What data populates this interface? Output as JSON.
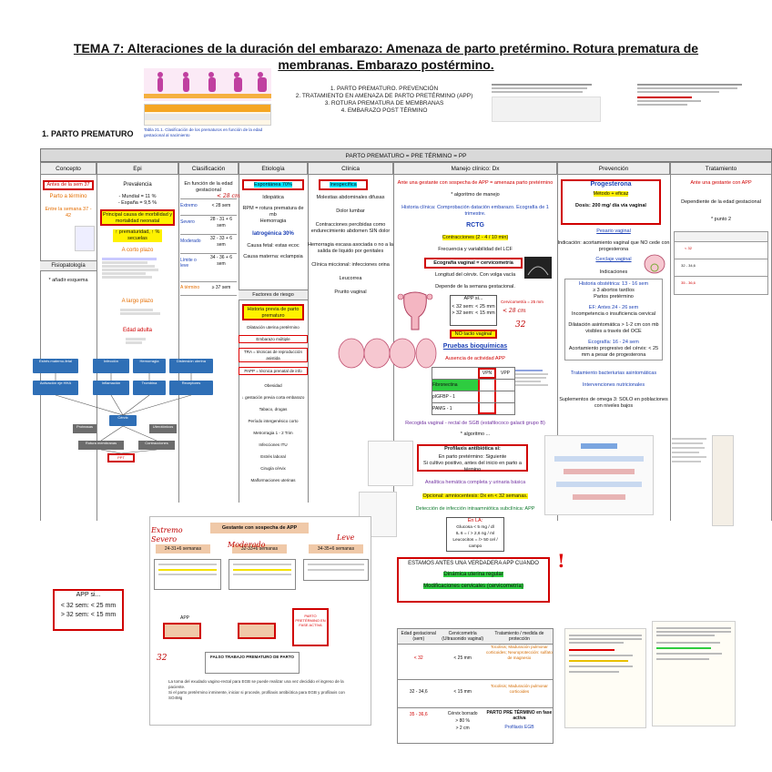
{
  "title": "TEMA 7: Alteraciones de la duración del embarazo: Amenaza de parto pretérmino. Rotura prematura de membranas. Embarazo postérmino.",
  "outline": [
    "1. PARTO PREMATURO. PREVENCIÓN",
    "2. TRATAMIENTO EN AMENAZA DE PARTO PRETÉRMINO (APP)",
    "3. ROTURA PREMATURA DE MEMBRANAS",
    "4. EMBARAZO POST TÉRMINO"
  ],
  "section": "1. PARTO PREMATURO",
  "fig_caption": "Tabla 21.1. Clasificación de los prematuros en función de la edad gestacional al nacimiento",
  "table_header": "PARTO PREMATURO = PRE TÉRMINO = PP",
  "columns": [
    "Concepto",
    "Epi",
    "Clasificación",
    "Etiología",
    "Clínica",
    "Manejo clínico: Dx",
    "Prevención",
    "Tratamiento"
  ],
  "concepto": {
    "box": "Antes de la sem 37",
    "a": "Parto a término",
    "b": "Entre la semana 37 - 42",
    "fisio": "Fisiopatología",
    "note": "* añadir esquema"
  },
  "epi": {
    "prev": "Prevalencia",
    "mundial": "- Mundial = 11 %",
    "espana": "- España = 9,5 %",
    "causa": "Principal causa de morbilidad y mortalidad neonatal",
    "secuelas": "↑ prematuridad, ↑ % secuelas",
    "corto": "A corto plazo",
    "largo": "A largo plazo",
    "adulta": "Edad adulta"
  },
  "clas": {
    "head": "En función de la edad gestacional",
    "rows": [
      [
        "Extremo",
        "< 28 sem"
      ],
      [
        "Severo",
        "28 - 31 + 6 sem"
      ],
      [
        "Moderado",
        "32 - 33 + 6 sem"
      ],
      [
        "Límite o leve",
        "34 - 36 + 6 sem"
      ],
      [
        "A término",
        "≥ 37 sem"
      ]
    ]
  },
  "etio": {
    "box": "Espontánea 70%",
    "idio": "Idiopática",
    "rpm": "RPM = rotura prematura de mb",
    "hemo": "Hemorragia",
    "iatro": "Iatrogénica 30%",
    "fetal": "Causa fetal: estas ecoc",
    "mat": "Causa materna: eclampsia",
    "riesgo": "Factores de riesgo",
    "hist": "Historia previa de parto prematuro",
    "list": [
      "Dilatación uterina pretérmino",
      "Embarazo múltiple",
      "TRA = técnicas de reproducción asistida",
      "PAPP = técnica prenatal de info",
      "Obesidad",
      "↓ gestación previa corta embarazo",
      "Tabaco, drogas",
      "Período intergenésico corto",
      "Metrorragia 1 - 2 Trim",
      "Infecciones ITU",
      "Estrés laboral",
      "Cirugía cérvix",
      "Malformaciones uterinas"
    ]
  },
  "clin": {
    "box": "Inespecífica",
    "items": [
      "Molestias abdominales difusas",
      "Dolor lumbar",
      "Contracciones percibidas como endurecimiento abdomen SIN dolor",
      "Hemorragia escasa asociada o no a la salida de liquido por genitales",
      "Clínica miccional: infecciones orina",
      "Leucorrea",
      "Prurito vaginal"
    ]
  },
  "manejo": {
    "top": "Ante una gestante con sospecha de APP = amenaza parto pretérmino",
    "algo": "* algoritmo de manejo",
    "hist": "Historia clínica: Comprobación datación embarazo. Ecografía de 1 trimestre.",
    "rctg": "RCTG",
    "contr": "Contracciones (2 - 4 / 10 min)",
    "frec": "Frecuencia y variabilidad del LCF",
    "eco": "Ecografía vaginal = cervicometría",
    "long": "Longitud del cérvix. Con volga vacía",
    "dep": "Depende de la semana gestacional.",
    "app": "APP si...",
    "lt28": "< 32 sem: < 25 mm",
    "gt32": "> 32 sem: < 15 mm",
    "notacto": "NO tacto vaginal",
    "pruebas": "Pruebas bioquímicas",
    "ausencia": "Ausencia de actividad APP",
    "table": {
      "h": [
        "",
        "VPN",
        "VPP"
      ],
      "r": [
        [
          "Fibronectina",
          "",
          ""
        ],
        [
          "pIGFBP - 1",
          "",
          ""
        ],
        [
          "PAMG - 1",
          "",
          ""
        ]
      ]
    },
    "recog": "Recogida vaginal - rectal de SGB (estafilococo galacti grupo B)",
    "algo2": "* algoritmo ...",
    "profi": "Profilaxis antibiótica si:",
    "profi2": "En parto pretérmino: Siguiente",
    "profi3": "Si cultivo positivo, antes del inicio en parto a término",
    "anal": "Analítica hemática completa y urinaria básica",
    "opt": "Opcional: amniocentesis: Dx en < 32 semanas.",
    "detec": "Detección de infección intraamniótica subclínica: APP",
    "la": "En LA:",
    "glu": "Glucosa < 5 mg / dl",
    "il6": "IL 6 = / > 2,6 ng / ml",
    "leu": "Leucocitos = /> 50 cel / campo"
  },
  "prev": {
    "box": "Progesterona",
    "vaginal": "Método + eficaz",
    "dosis": "Dosis: 200 mg/ día vía vaginal",
    "pesario": "Pesario vaginal",
    "indic": "Indicación: acortamiento vaginal que NO cede con progesterona",
    "cerclaje": "Cerclaje vaginal",
    "indic2": "Indicaciones",
    "hist": "Historia obstétrica: 13 - 16 sem",
    "hist2": "≥ 3 abortos tardíos",
    "hist3": "Partos pretérmino",
    "ef": "EF: Antes 24 - 26 sem",
    "ef2": "Incompetencia o insuficiencia cervical",
    "dil": "Dilatación asintomática > 1-2 cm con mb visibles a través del OCE",
    "eco": "Ecografía: 16 - 24 sem",
    "eco2": "Acortamiento progresivo del cérvix: < 25 mm a pesar de progesterona",
    "trat": "Tratamiento bacteriurias asintomáticas",
    "nutri": "Intervenciones nutricionales",
    "omega": "Suplementos de omega 3: SOLO en poblaciones con niveles bajos"
  },
  "trat": {
    "top": "Ante una gestante con APP",
    "dep": "Dependiente de la edad gestacional",
    "punto": "* punto 2"
  },
  "flow": {
    "title": "Gestante con sospecha de APP",
    "g1": "24-31+6 semanas",
    "g2": "32-33+6 semanas",
    "g3": "34-35+6 semanas",
    "l1": "Extremo",
    "l1b": "Severo",
    "l2": "Moderado",
    "l3": "Leve",
    "app": "APP",
    "conf": "PARTO PRETÉRMINO EN FASE ACTIVA",
    "bottom": "FALSO TRABAJO PREMATURO DE PARTO",
    "n1": "La toma del exudado vagino-rectal para EGB se puede realizar una vez decidido el ingreso de la paciente.",
    "n2": "Si el parto pretérmino inminente, iniciar si procede, profilaxis antibiótica para EGB y profilaxis con SO4Mg"
  },
  "appbox": {
    "t": "APP si...",
    "a": "< 32 sem: < 25 mm",
    "b": "> 32 sem: < 15 mm"
  },
  "estamos": {
    "t": "ESTAMOS ANTES UNA VERDADERA APP CUANDO",
    "a": "Dinámica uterina regular",
    "b": "Modificaciones cervicales (cervicometría)"
  },
  "bottomtable": {
    "h": [
      "Edad gestacional (sem)",
      "Cervicometría (Ultrasonido vaginal)",
      "Tratamiento / medida de protección"
    ],
    "r": [
      [
        "< 32",
        "< 25 mm",
        "Tocolisis; Maduración pulmonar corticoides; Neuroprotección: sulfato de magnesio"
      ],
      [
        "32 - 34,6",
        "< 15 mm",
        "Tocolisis; Maduración pulmonar corticoides"
      ],
      [
        "35 - 36,6",
        "Cérvix borrado",
        "PARTO PRE TÉRMINO en fase activa"
      ],
      [
        "",
        "> 80 %",
        "Profilaxis EGB"
      ],
      [
        "",
        "> 2 cm",
        ""
      ]
    ]
  },
  "hand": {
    "s32": "32",
    "lt28": "< 28 cm",
    "lt28b": "< 28 cm"
  }
}
